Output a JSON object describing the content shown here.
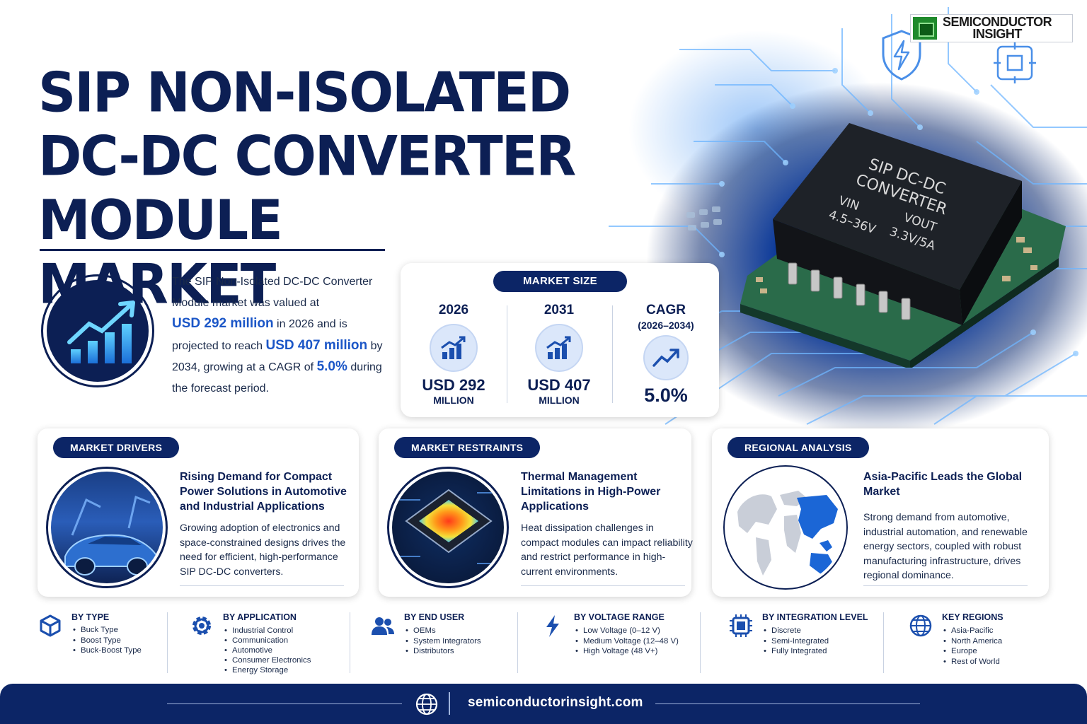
{
  "brand": {
    "logo_line1": "SEMICONDUCTOR",
    "logo_line2": "INSIGHT"
  },
  "title": {
    "line1": "SIP NON-ISOLATED",
    "line2": "DC-DC CONVERTER MODULE",
    "line3": "MARKET"
  },
  "module": {
    "line1": "SIP DC-DC",
    "line2": "CONVERTER",
    "vin_label": "VIN",
    "vin_value": "4.5–36V",
    "vout_label": "VOUT",
    "vout_value": "3.3V/5A"
  },
  "intro": {
    "p1": "The SIP Non-Isolated DC-DC Converter Module market was valued at",
    "value_2026": "USD 292 million",
    "p2": " in 2026 and is projected to reach ",
    "value_2034": "USD 407 million",
    "p3": " by 2034, growing at a CAGR of ",
    "cagr": "5.0%",
    "p4": " during the forecast period."
  },
  "market_size": {
    "label": "MARKET SIZE",
    "col1": {
      "year": "2026",
      "value": "USD 292",
      "unit": "MILLION"
    },
    "col2": {
      "year": "2031",
      "value": "USD 407",
      "unit": "MILLION"
    },
    "col3": {
      "label": "CAGR",
      "period": "(2026–2034)",
      "value": "5.0%"
    }
  },
  "drivers": {
    "label": "MARKET DRIVERS",
    "heading": "Rising Demand for Compact Power Solutions in Automotive and Industrial Applications",
    "body": "Growing adoption of electronics and space-constrained designs drives the need for efficient, high-performance SIP DC-DC converters."
  },
  "restraints": {
    "label": "MARKET RESTRAINTS",
    "heading": "Thermal Management Limitations in High-Power Applications",
    "body": "Heat dissipation challenges in compact modules can impact reliability and restrict performance in high-current environments."
  },
  "regional": {
    "label": "REGIONAL ANALYSIS",
    "heading": "Asia-Pacific Leads the Global Market",
    "body": "Strong demand from automotive, industrial automation, and renewable energy sectors, coupled with robust manufacturing infrastructure, drives regional dominance."
  },
  "segments": [
    {
      "title": "BY TYPE",
      "icon": "cube-icon",
      "items": [
        "Buck Type",
        "Boost Type",
        "Buck-Boost Type"
      ]
    },
    {
      "title": "BY APPLICATION",
      "icon": "gear-icon",
      "items": [
        "Industrial Control",
        "Communication",
        "Automotive",
        "Consumer Electronics",
        "Energy Storage"
      ]
    },
    {
      "title": "BY END USER",
      "icon": "users-icon",
      "items": [
        "OEMs",
        "System Integrators",
        "Distributors"
      ]
    },
    {
      "title": "BY VOLTAGE RANGE",
      "icon": "lightning-icon",
      "items": [
        "Low Voltage (0–12 V)",
        "Medium Voltage (12–48 V)",
        "High Voltage (48 V+)"
      ]
    },
    {
      "title": "BY INTEGRATION LEVEL",
      "icon": "chip-icon",
      "items": [
        "Discrete",
        "Semi-Integrated",
        "Fully Integrated"
      ]
    },
    {
      "title": "KEY REGIONS",
      "icon": "globe-icon",
      "items": [
        "Asia-Pacific",
        "North America",
        "Europe",
        "Rest of World"
      ]
    }
  ],
  "footer": {
    "url": "semiconductorinsight.com",
    "icon": "globe-icon"
  },
  "colors": {
    "navy": "#0c1f54",
    "accent": "#1b56c7",
    "pill": "#0c2566"
  }
}
